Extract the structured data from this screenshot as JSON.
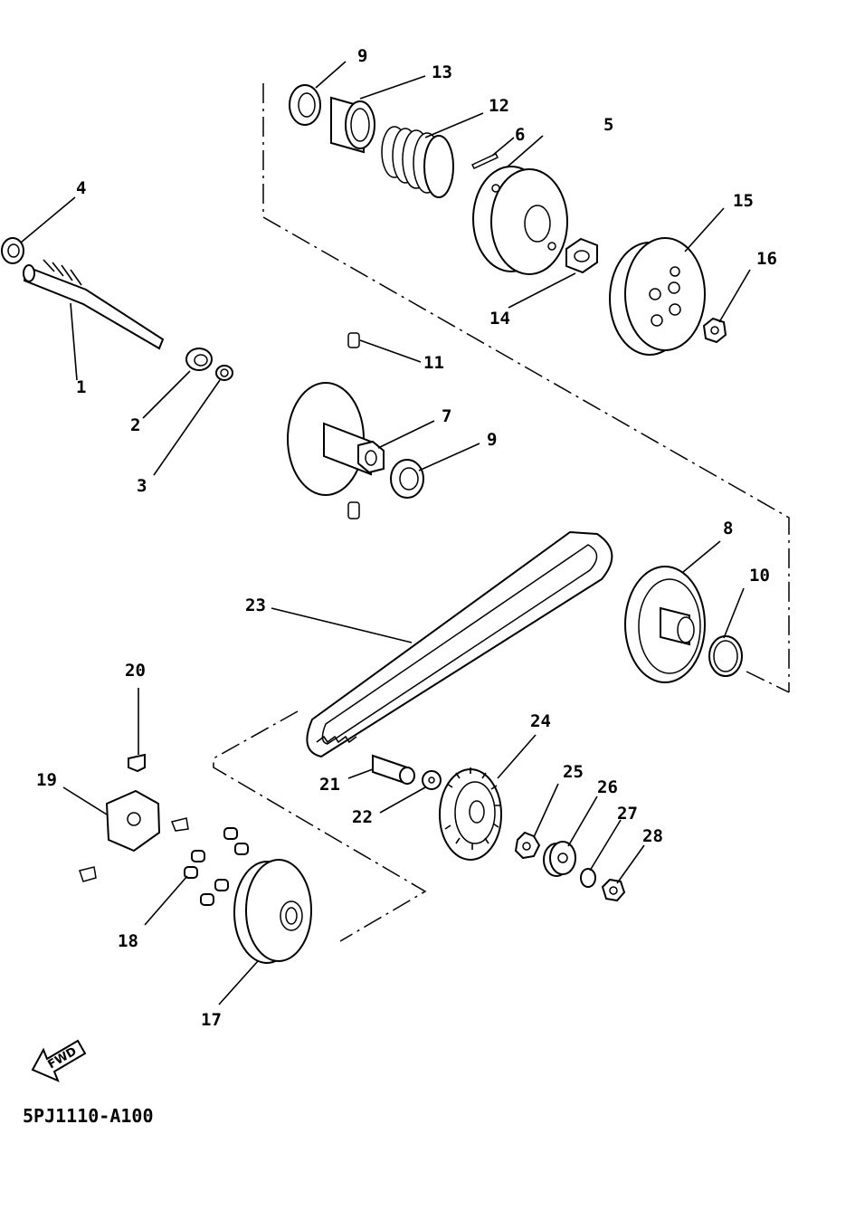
{
  "diagram": {
    "callouts": [
      {
        "id": "1",
        "text": "1"
      },
      {
        "id": "2",
        "text": "2"
      },
      {
        "id": "3",
        "text": "3"
      },
      {
        "id": "4",
        "text": "4"
      },
      {
        "id": "5",
        "text": "5"
      },
      {
        "id": "6",
        "text": "6"
      },
      {
        "id": "7",
        "text": "7"
      },
      {
        "id": "8",
        "text": "8"
      },
      {
        "id": "9a",
        "text": "9"
      },
      {
        "id": "9b",
        "text": "9"
      },
      {
        "id": "10",
        "text": "10"
      },
      {
        "id": "11",
        "text": "11"
      },
      {
        "id": "12",
        "text": "12"
      },
      {
        "id": "13",
        "text": "13"
      },
      {
        "id": "14",
        "text": "14"
      },
      {
        "id": "15",
        "text": "15"
      },
      {
        "id": "16",
        "text": "16"
      },
      {
        "id": "17",
        "text": "17"
      },
      {
        "id": "18",
        "text": "18"
      },
      {
        "id": "19",
        "text": "19"
      },
      {
        "id": "20",
        "text": "20"
      },
      {
        "id": "21",
        "text": "21"
      },
      {
        "id": "22",
        "text": "22"
      },
      {
        "id": "23",
        "text": "23"
      },
      {
        "id": "24",
        "text": "24"
      },
      {
        "id": "25",
        "text": "25"
      },
      {
        "id": "26",
        "text": "26"
      },
      {
        "id": "27",
        "text": "27"
      },
      {
        "id": "28",
        "text": "28"
      }
    ],
    "fwd_label": "FWD",
    "drawing_code": "5PJ1110-A100"
  }
}
